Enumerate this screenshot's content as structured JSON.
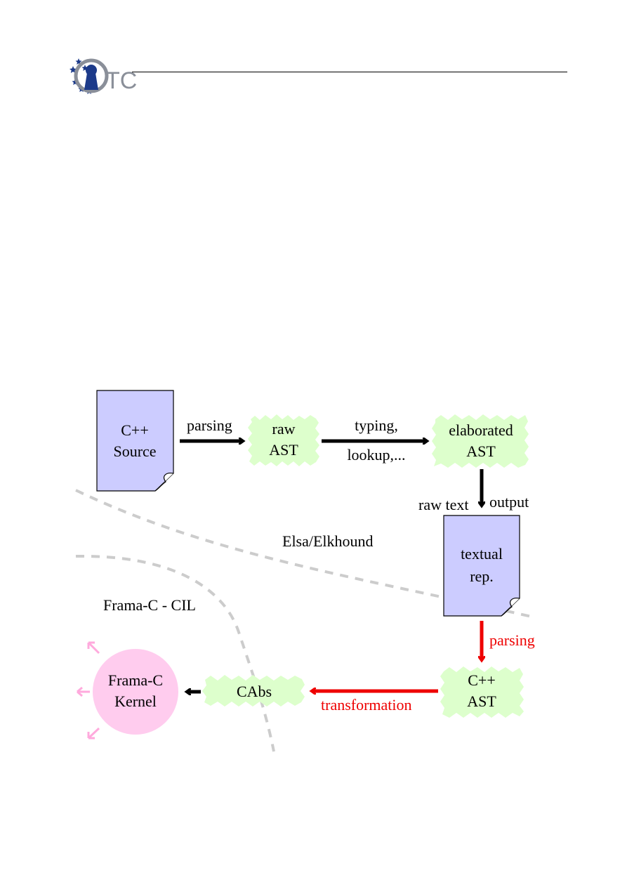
{
  "header": {
    "logo_text": "TC",
    "colors": {
      "logo_blue": "#1c3a8a",
      "logo_grey": "#8a8f99",
      "rule": "#000000"
    }
  },
  "diagram": {
    "nodes": {
      "cpp_source": {
        "line1": "C++",
        "line2": "Source"
      },
      "raw_ast": {
        "line1": "raw",
        "line2": "AST"
      },
      "elaborated_ast": {
        "line1": "elaborated",
        "line2": "AST"
      },
      "textual_rep": {
        "line1": "textual",
        "line2": "rep."
      },
      "cpp_ast": {
        "line1": "C++",
        "line2": "AST"
      },
      "cabs": {
        "line1": "CAbs"
      },
      "framac_kernel": {
        "line1": "Frama-C",
        "line2": "Kernel"
      }
    },
    "edges": {
      "parsing_1": "parsing",
      "typing_line1": "typing,",
      "typing_line2": "lookup,...",
      "raw_text": "raw text",
      "output": "output",
      "parsing_2": "parsing",
      "transformation": "transformation"
    },
    "regions": {
      "elsa": "Elsa/Elkhound",
      "framac": "Frama-C - CIL"
    },
    "colors": {
      "document_fill": "#ccccff",
      "ast_fill": "#ddffcc",
      "kernel_fill": "#ffccee",
      "kernel_rays": "#ffaadd",
      "black_arrow": "#000000",
      "red_arrow": "#ee0000",
      "boundary": "#cccccc"
    }
  }
}
